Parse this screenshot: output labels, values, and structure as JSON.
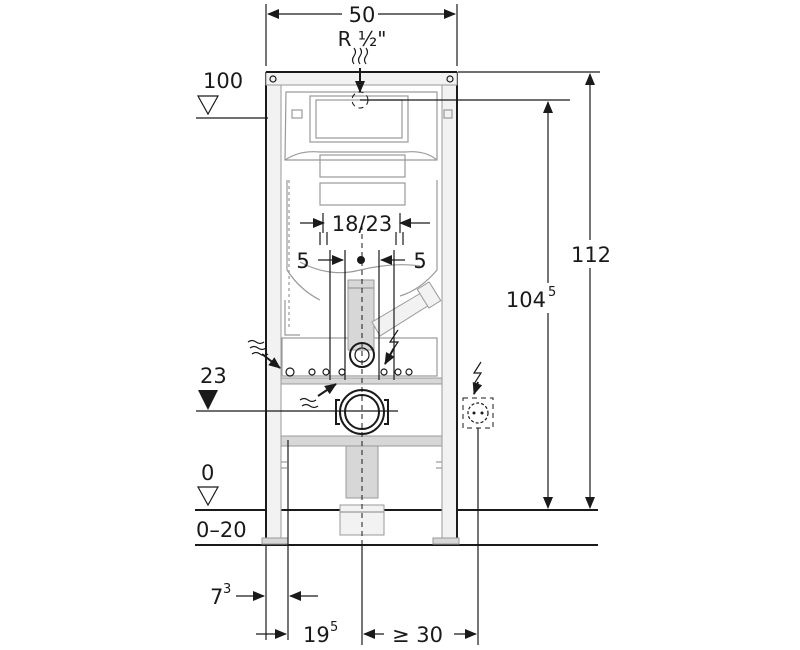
{
  "dimensions": {
    "frame_width": "50",
    "connection": "R ½\"",
    "top_level": "100",
    "height_total": "112",
    "height_inner_base": "104",
    "height_inner_sup": "5",
    "bracket_spacing": "18/23",
    "offset_left": "5",
    "offset_right": "5",
    "drain_level": "23",
    "floor_level": "0",
    "floor_range": "0–20",
    "foot_offset_base": "7",
    "foot_offset_sup": "3",
    "drain_offset_base": "19",
    "drain_offset_sup": "5",
    "socket_distance": "≥ 30"
  },
  "symbols": {
    "water_supply": "wavy-water-icon",
    "power": "lightning-icon",
    "level_marker": "triangle-level-icon",
    "socket": "electrical-socket-icon"
  }
}
